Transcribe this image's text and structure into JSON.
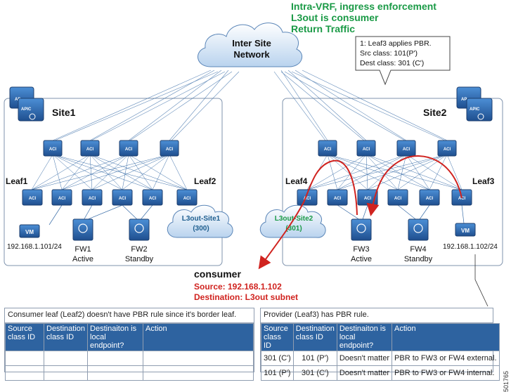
{
  "header": {
    "line1": "Intra-VRF, ingress enforcement",
    "line2": "L3out is consumer",
    "line3": "Return Traffic"
  },
  "cloud": {
    "line1": "Inter Site",
    "line2": "Network"
  },
  "callout": {
    "line1": "1: Leaf3 applies PBR.",
    "line2": "Src class: 101(P')",
    "line3": "Dest class: 301 (C')"
  },
  "sites": [
    {
      "name": "Site1",
      "leaf_left": "Leaf1",
      "leaf_right": "Leaf2"
    },
    {
      "name": "Site2",
      "leaf_left": "Leaf4",
      "leaf_right": "Leaf3"
    }
  ],
  "switch_label": "ACI",
  "apic": {
    "front": "APIC",
    "back": "AP"
  },
  "l3out": [
    {
      "name": "L3out-Site1",
      "id": "(300)"
    },
    {
      "name": "L3out-Site2",
      "id": "(301)"
    }
  ],
  "vm_label": "VM",
  "endpoints": {
    "site1_ip": "192.168.1.101/24",
    "site2_ip": "192.168.1.102/24"
  },
  "firewalls": [
    {
      "name": "FW1",
      "state": "Active"
    },
    {
      "name": "FW2",
      "state": "Standby"
    },
    {
      "name": "FW3",
      "state": "Active"
    },
    {
      "name": "FW4",
      "state": "Standby"
    }
  ],
  "consumer": {
    "title": "consumer",
    "source": "Source: 192.168.1.102",
    "destination": "Destination: L3out subnet"
  },
  "left_table": {
    "caption": "Consumer leaf (Leaf2) doesn't have PBR rule since it's border leaf.",
    "headers": [
      "Source class ID",
      "Destination class ID",
      "Destinaiton is local endpoint?",
      "Action"
    ],
    "rows": [
      [
        "",
        "",
        "",
        ""
      ],
      [
        "",
        "",
        "",
        ""
      ]
    ]
  },
  "right_table": {
    "caption": "Provider (Leaf3) has PBR rule.",
    "headers": [
      "Source class ID",
      "Destination class ID",
      "Destinaiton is local endpoint?",
      "Action"
    ],
    "rows": [
      [
        "301 (C')",
        "101 (P')",
        "Doesn't matter",
        "PBR to FW3 or FW4 external."
      ],
      [
        "101 (P')",
        "301 (C')",
        "Doesn't matter",
        "PBR to FW3 or FW4 internal."
      ]
    ]
  },
  "figure_id": "501765",
  "colors": {
    "header_text": "#1a9a46",
    "consumer_text": "#d0231f",
    "switch_blue": "#2e6bb0",
    "table_header": "#2e63a0"
  }
}
